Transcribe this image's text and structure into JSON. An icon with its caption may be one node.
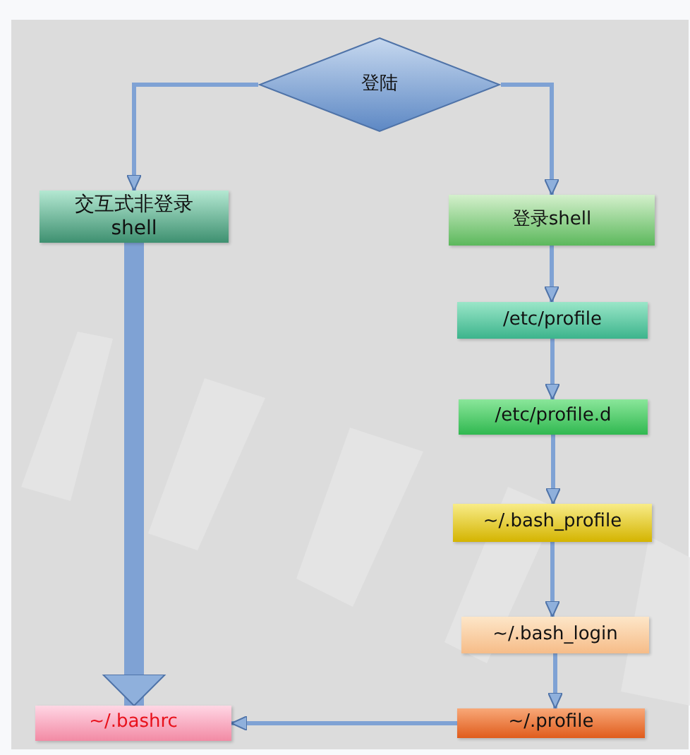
{
  "diagram": {
    "nodes": [
      {
        "text": [
          "登陆"
        ]
      },
      {
        "text": [
          "交互式非登录 shell"
        ]
      },
      {
        "text": [
          "登录shell"
        ]
      },
      {
        "text": [
          "/etc/profile"
        ]
      },
      {
        "text": [
          "/etc/profile.d"
        ]
      },
      {
        "text": [
          "~/.bash_profile"
        ]
      },
      {
        "text": [
          "~/.bash_login"
        ]
      },
      {
        "text": [
          "~/.profile"
        ]
      },
      {
        "text": [
          "~/.bashrc"
        ]
      }
    ],
    "edges": [
      {
        "from": 0,
        "to": 1,
        "arrow": "to"
      },
      {
        "from": 0,
        "to": 2,
        "arrow": "to"
      },
      {
        "from": 2,
        "to": 3,
        "arrow": "to"
      },
      {
        "from": 3,
        "to": 4,
        "arrow": "to"
      },
      {
        "from": 4,
        "to": 5,
        "arrow": "to"
      },
      {
        "from": 5,
        "to": 6,
        "arrow": "to"
      },
      {
        "from": 6,
        "to": 7,
        "arrow": "to"
      },
      {
        "from": 7,
        "to": 8,
        "arrow": "to"
      },
      {
        "from": 1,
        "to": 8,
        "arrow": "to",
        "style": "thick"
      }
    ]
  }
}
